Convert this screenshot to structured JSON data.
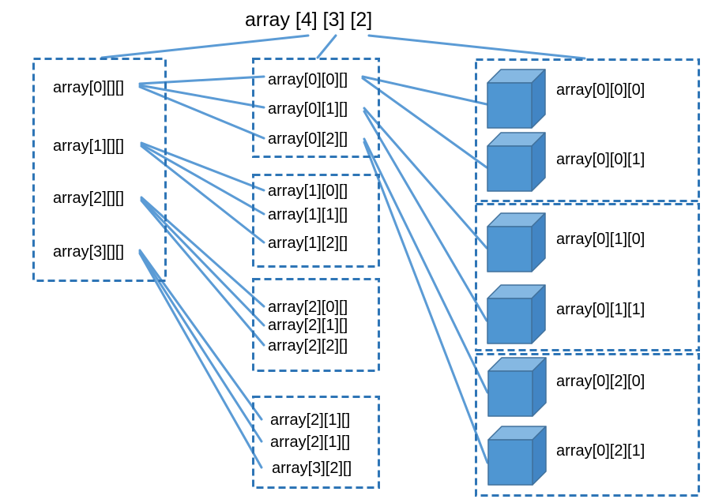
{
  "title": "array [4] [3] [2]",
  "colors": {
    "connector_line": "#5B9BD5",
    "box_border": "#2E75B6",
    "cube_front": "#4F96D2",
    "cube_top": "#85B8E2",
    "cube_side": "#4285C4",
    "cube_stroke": "#41719C",
    "text": "#000000"
  },
  "left_box": {
    "items": [
      "array[0][][]",
      "array[1][][]",
      "array[2][][]",
      "array[3][][]"
    ]
  },
  "middle_boxes": [
    {
      "items": [
        "array[0][0][]",
        "array[0][1][]",
        "array[0][2][]"
      ]
    },
    {
      "items": [
        "array[1][0][]",
        "array[1][1][]",
        "array[1][2][]"
      ]
    },
    {
      "items": [
        "array[2][0][]",
        "array[2][1][]",
        "array[2][2][]"
      ]
    },
    {
      "items": [
        "array[2][1][]",
        "array[2][1][]",
        "array[3][2][]"
      ]
    }
  ],
  "right_boxes": [
    {
      "items": [
        "array[0][0][0]",
        "array[0][0][1]"
      ]
    },
    {
      "items": [
        "array[0][1][0]",
        "array[0][1][1]"
      ]
    },
    {
      "items": [
        "array[0][2][0]",
        "array[0][2][1]"
      ]
    }
  ]
}
